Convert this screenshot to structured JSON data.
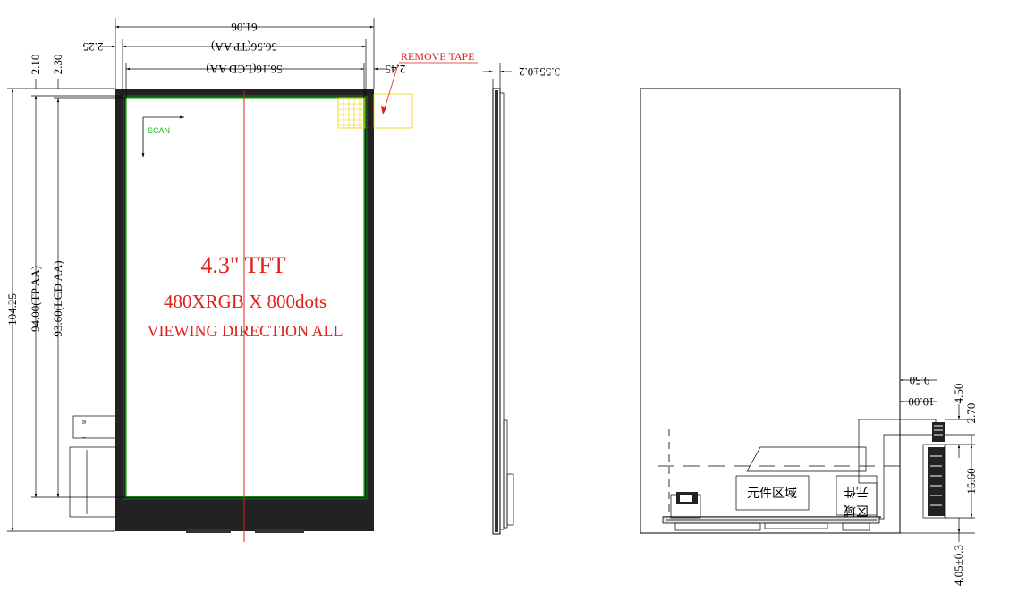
{
  "front": {
    "title": "4.3\" TFT",
    "resolution": "480XRGB X 800dots",
    "viewing": "VIEWING DIRECTION ALL",
    "scan": "SCAN",
    "remove_tape": "REMOVE TAPE"
  },
  "dims": {
    "overall_width": "61.06",
    "tp_aa_width": "56.56(TP AA)",
    "lcd_aa_width": "56.16(LCD AA)",
    "left_offset": "2.25",
    "right_offset": "2.45",
    "thickness": "3.55±0.2",
    "top_offset_1": "2.10",
    "top_offset_2": "2.30",
    "overall_height": "104.25",
    "tp_aa_height": "94.00(TP AA)",
    "lcd_aa_height": "93.60(LCD AA)"
  },
  "back": {
    "dim_950": "9.50",
    "dim_1000": "10.00",
    "dim_450": "4.50",
    "dim_270": "2.70",
    "dim_1560": "15.60",
    "dim_405": "4.05±0.3",
    "component_area": "元件区域",
    "component_area_rot_1": "元件",
    "component_area_rot_2": "区域"
  },
  "colors": {
    "red": "#e0201b",
    "green": "#15b915",
    "yellow": "#e8d400",
    "panel": "#222222"
  }
}
